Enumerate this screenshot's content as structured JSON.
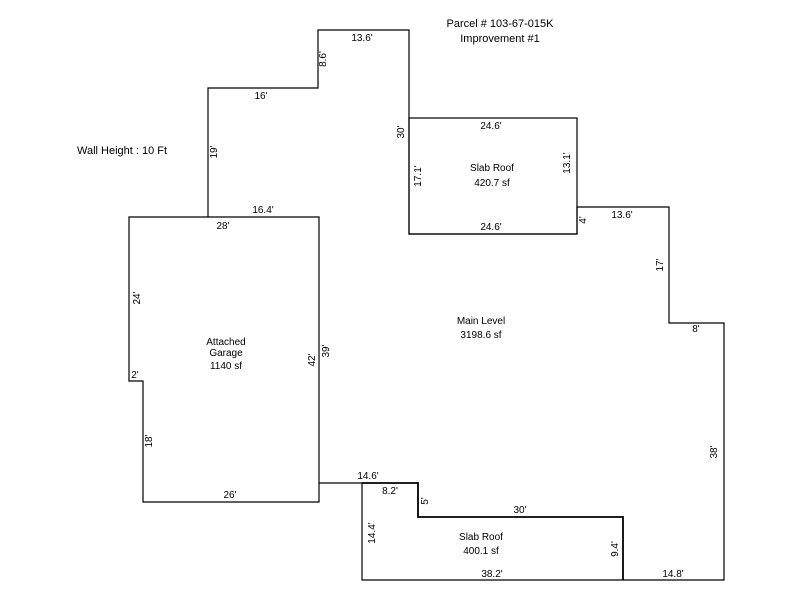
{
  "header": {
    "parcel": "Parcel # 103-67-015K",
    "improvement": "Improvement #1"
  },
  "wall_height": "Wall Height : 10 Ft",
  "areas": {
    "slab_top": {
      "name": "Slab Roof",
      "area": "420.7 sf"
    },
    "main": {
      "name": "Main Level",
      "area": "3198.6 sf"
    },
    "garage": {
      "name_line1": "Attached",
      "name_line2": "Garage",
      "area": "1140 sf"
    },
    "slab_bottom": {
      "name": "Slab Roof",
      "area": "400.1 sf"
    }
  },
  "dimensions": {
    "top_13_6": "13.6'",
    "left_8_6": "8.6'",
    "top_16": "16'",
    "left_19": "19'",
    "top_16_4": "16.4'",
    "garage_28": "28'",
    "left_30": "30'",
    "slab_top_24_6_top": "24.6'",
    "slab_top_17_1": "17.1'",
    "slab_top_13_1": "13.1'",
    "slab_top_24_6_bottom": "24.6'",
    "right_4": "4'",
    "right_13_6": "13.6'",
    "right_17": "17'",
    "right_8": "8'",
    "garage_24": "24'",
    "garage_2": "2'",
    "garage_18": "18'",
    "garage_26": "26'",
    "garage_42": "42'",
    "main_39": "39'",
    "right_38": "38'",
    "bottom_14_6": "14.6'",
    "bottom_8_2": "8.2'",
    "bottom_5": "5'",
    "bottom_30": "30'",
    "bottom_14_4": "14.4'",
    "bottom_9_4": "9.4'",
    "bottom_38_2": "38.2'",
    "bottom_14_8": "14.8'"
  }
}
